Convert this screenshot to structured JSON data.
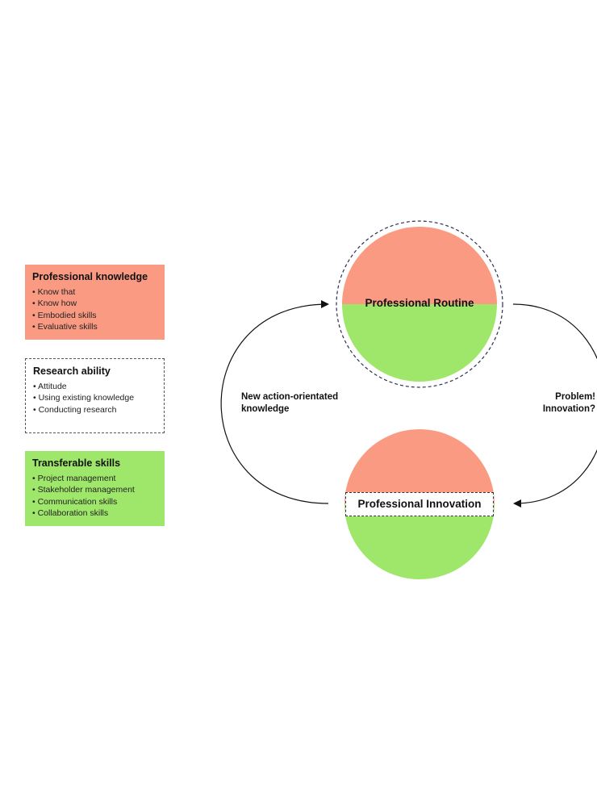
{
  "boxes": {
    "knowledge": {
      "title": "Professional knowledge",
      "items": [
        "Know that",
        "Know how",
        "Embodied skills",
        "Evaluative skills"
      ]
    },
    "research": {
      "title": "Research ability",
      "items": [
        "Attitude",
        "Using existing knowledge",
        "Conducting research"
      ]
    },
    "skills": {
      "title": "Transferable skills",
      "items": [
        "Project management",
        "Stakeholder management",
        "Communication skills",
        "Collaboration skills"
      ]
    }
  },
  "cycle": {
    "top_node": "Professional Routine",
    "bottom_node": "Professional Innovation",
    "left_label": [
      "New action-orientated",
      "knowledge"
    ],
    "right_label": [
      "Problem!",
      "Innovation?"
    ]
  },
  "colors": {
    "knowledge": "#fb9a82",
    "skills": "#9fe76a",
    "research_border": "#555555"
  }
}
